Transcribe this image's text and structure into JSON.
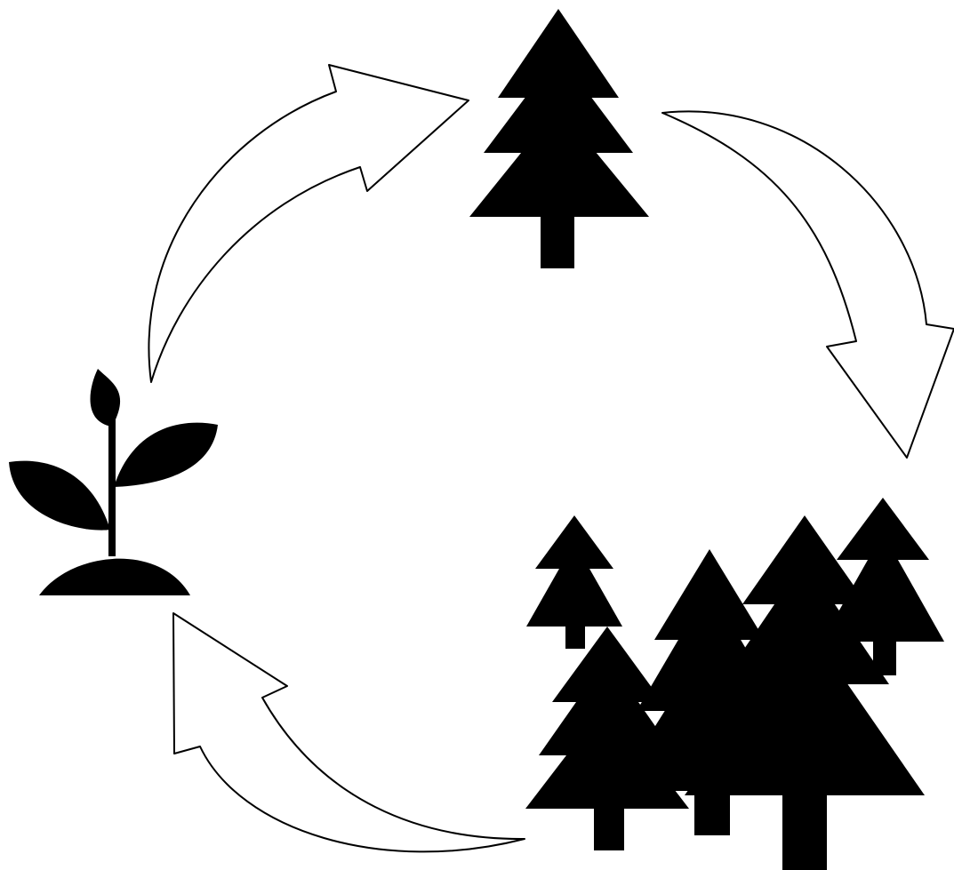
{
  "diagram": {
    "type": "cycle",
    "colors": {
      "fill": "#000000",
      "outline": "#000000",
      "background": "#ffffff",
      "arrow_fill": "#ffffff"
    },
    "nodes": [
      {
        "id": "seedling",
        "icon": "seedling-icon"
      },
      {
        "id": "tree",
        "icon": "pine-tree-icon"
      },
      {
        "id": "forest",
        "icon": "forest-icon"
      }
    ],
    "edges": [
      {
        "from": "seedling",
        "to": "tree",
        "icon": "curved-arrow-icon"
      },
      {
        "from": "tree",
        "to": "forest",
        "icon": "curved-arrow-icon"
      },
      {
        "from": "forest",
        "to": "seedling",
        "icon": "curved-arrow-icon"
      }
    ]
  }
}
